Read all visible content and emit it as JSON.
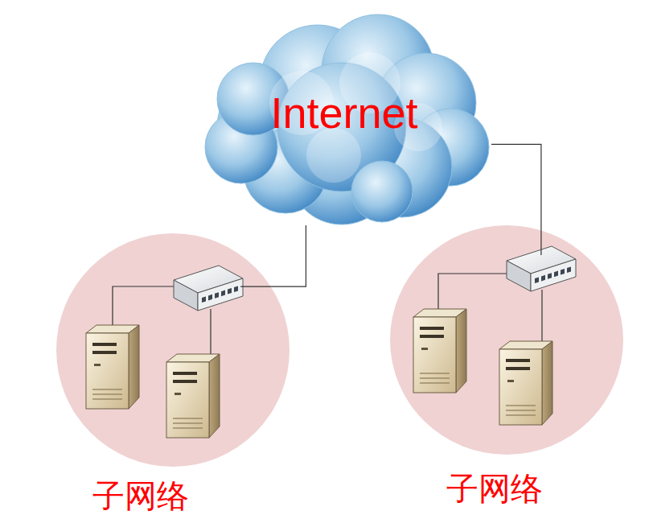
{
  "diagram": {
    "nodes": [
      {
        "text": [
          "Internet"
        ]
      },
      {
        "text": [
          "子网络"
        ]
      },
      {
        "text": [
          "子网络"
        ]
      }
    ],
    "edges": [
      {
        "from": 0,
        "to": 1,
        "arrow": "none"
      },
      {
        "from": 0,
        "to": 2,
        "arrow": "none"
      }
    ]
  }
}
